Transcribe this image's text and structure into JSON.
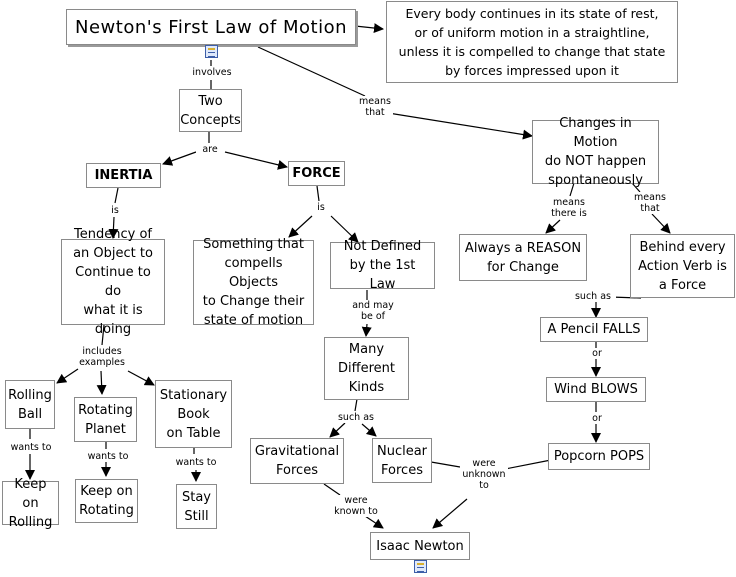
{
  "concepts": {
    "newton_law": "Newton's First Law of Motion",
    "definition": "Every body continues in its state of rest,\nor of uniform motion in a straightline,\nunless it is compelled to change that state\nby forces impressed upon it",
    "two_concepts": "Two\nConcepts",
    "inertia": "INERTIA",
    "force": "FORCE",
    "changes_in_motion": "Changes in Motion\ndo NOT happen\nspontaneously",
    "tendency": "Tendency of\nan Object to\nContinue to do\nwhat it is doing",
    "something": "Something that\ncompells Objects\nto Change their\nstate of motion",
    "not_defined": "Not Defined\nby the 1st Law",
    "always_reason": "Always a REASON\nfor Change",
    "behind_every": "Behind every\nAction Verb is\na Force",
    "pencil_falls": "A Pencil FALLS",
    "wind_blows": "Wind BLOWS",
    "popcorn_pops": "Popcorn POPS",
    "many_kinds": "Many\nDifferent\nKinds",
    "rolling_ball": "Rolling\nBall",
    "rotating_planet": "Rotating\nPlanet",
    "stationary_book": "Stationary\nBook\non Table",
    "keep_rolling": "Keep on\nRolling",
    "keep_rotating": "Keep on\nRotating",
    "stay_still": "Stay\nStill",
    "gravitational": "Gravitational\nForces",
    "nuclear": "Nuclear\nForces",
    "isaac_newton": "Isaac Newton"
  },
  "links": {
    "involves": "involves",
    "means_that_1": "means\nthat",
    "are": "are",
    "is_1": "is",
    "is_2": "is",
    "means_there_is": "means\nthere is",
    "means_that_2": "means\nthat",
    "includes_examples": "includes\nexamples",
    "and_may_be_of": "and may\nbe of",
    "such_as_1": "such as",
    "or_1": "or",
    "or_2": "or",
    "such_as_2": "such as",
    "wants_to_1": "wants to",
    "wants_to_2": "wants to",
    "wants_to_3": "wants to",
    "were_known_to": "were\nknown to",
    "were_unknown_to": "were\nunknown\nto"
  },
  "icons": {
    "resource_icon_1": "document-icon",
    "resource_icon_2": "document-icon"
  }
}
